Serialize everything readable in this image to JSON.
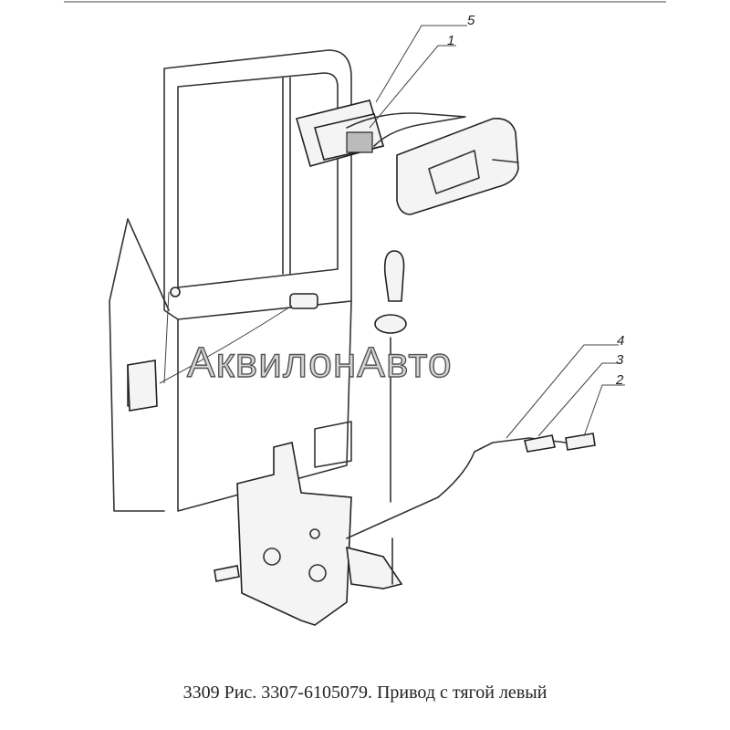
{
  "diagram": {
    "caption": "3309 Рис. 3307-6105079. Привод с тягой левый",
    "watermark": "АквилонАвто",
    "callouts": [
      {
        "id": "5",
        "part": "inner-handle-bezel"
      },
      {
        "id": "1",
        "part": "inner-door-handle"
      },
      {
        "id": "4",
        "part": "rod"
      },
      {
        "id": "3",
        "part": "rod-clip"
      },
      {
        "id": "2",
        "part": "bracket"
      }
    ]
  }
}
